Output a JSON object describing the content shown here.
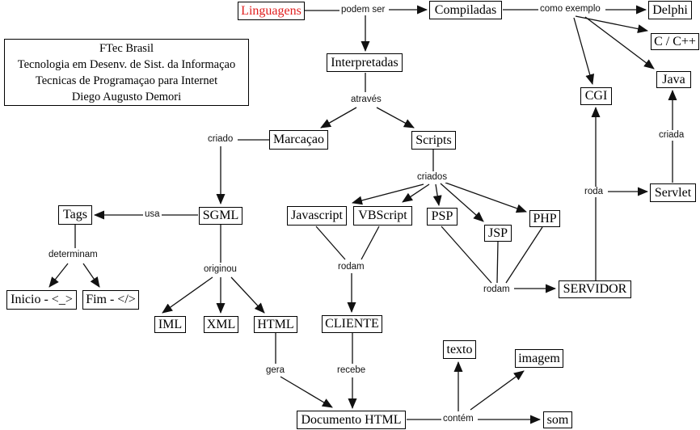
{
  "info_box": {
    "lines": [
      "FTec Brasil",
      "Tecnologia em Desenv. de Sist. da Informaçao",
      "Tecnicas de Programaçao para Internet",
      "Diego Augusto Demori"
    ]
  },
  "nodes": {
    "linguagens": "Linguagens",
    "compiladas": "Compiladas",
    "interpretadas": "Interpretadas",
    "delphi": "Delphi",
    "c_cpp": "C / C++",
    "java": "Java",
    "cgi": "CGI",
    "marcacao": "Marcaçao",
    "scripts": "Scripts",
    "tags": "Tags",
    "sgml": "SGML",
    "javascript": "Javascript",
    "vbscript": "VBScript",
    "psp": "PSP",
    "jsp": "JSP",
    "php": "PHP",
    "servlet": "Servlet",
    "inicio": "Inicio - <_>",
    "fim": "Fim - </>",
    "iml": "IML",
    "xml": "XML",
    "html": "HTML",
    "cliente": "CLIENTE",
    "servidor": "SERVIDOR",
    "documento_html": "Documento HTML",
    "texto": "texto",
    "imagem": "imagem",
    "som": "som"
  },
  "edge_labels": {
    "podem_ser": "podem ser",
    "como_exemplo": "como exemplo",
    "atraves": "através",
    "criado": "criado",
    "criados": "criados",
    "usa": "usa",
    "determinam": "determinam",
    "originou": "originou",
    "rodam_cliente": "rodam",
    "rodam_servidor": "rodam",
    "roda": "roda",
    "criada": "criada",
    "gera": "gera",
    "recebe": "recebe",
    "contem": "contém"
  },
  "colors": {
    "highlight_text": "#e01f1f",
    "line": "#111111",
    "background": "#ffffff"
  }
}
